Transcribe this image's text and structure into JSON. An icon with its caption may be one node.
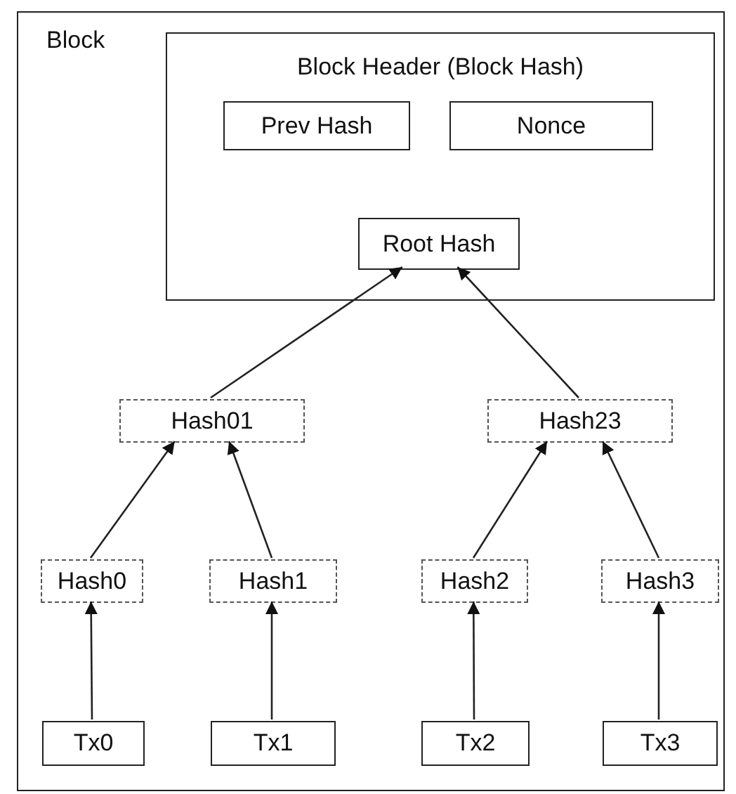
{
  "diagram": {
    "nodes": [
      {
        "text": [
          "Block"
        ]
      },
      {
        "text": [
          "Block Header (Block Hash)"
        ],
        "in": 0
      },
      {
        "text": [
          "Prev Hash"
        ],
        "in": 1
      },
      {
        "text": [
          "Nonce"
        ],
        "in": 1
      },
      {
        "text": [
          "Root Hash"
        ],
        "in": 1
      },
      {
        "text": [
          "Hash01"
        ],
        "in": 0
      },
      {
        "text": [
          "Hash23"
        ],
        "in": 0
      },
      {
        "text": [
          "Hash0"
        ],
        "in": 0
      },
      {
        "text": [
          "Hash1"
        ],
        "in": 0
      },
      {
        "text": [
          "Hash2"
        ],
        "in": 0
      },
      {
        "text": [
          "Hash3"
        ],
        "in": 0
      },
      {
        "text": [
          "Tx0"
        ],
        "in": 0
      },
      {
        "text": [
          "Tx1"
        ],
        "in": 0
      },
      {
        "text": [
          "Tx2"
        ],
        "in": 0
      },
      {
        "text": [
          "Tx3"
        ],
        "in": 0
      }
    ],
    "edges": [
      {
        "from": 11,
        "to": 7,
        "arrow": "to"
      },
      {
        "from": 12,
        "to": 8,
        "arrow": "to"
      },
      {
        "from": 13,
        "to": 9,
        "arrow": "to"
      },
      {
        "from": 14,
        "to": 10,
        "arrow": "to"
      },
      {
        "from": 7,
        "to": 5,
        "arrow": "to"
      },
      {
        "from": 8,
        "to": 5,
        "arrow": "to"
      },
      {
        "from": 9,
        "to": 6,
        "arrow": "to"
      },
      {
        "from": 10,
        "to": 6,
        "arrow": "to"
      },
      {
        "from": 5,
        "to": 4,
        "arrow": "to"
      },
      {
        "from": 6,
        "to": 4,
        "arrow": "to"
      }
    ]
  }
}
